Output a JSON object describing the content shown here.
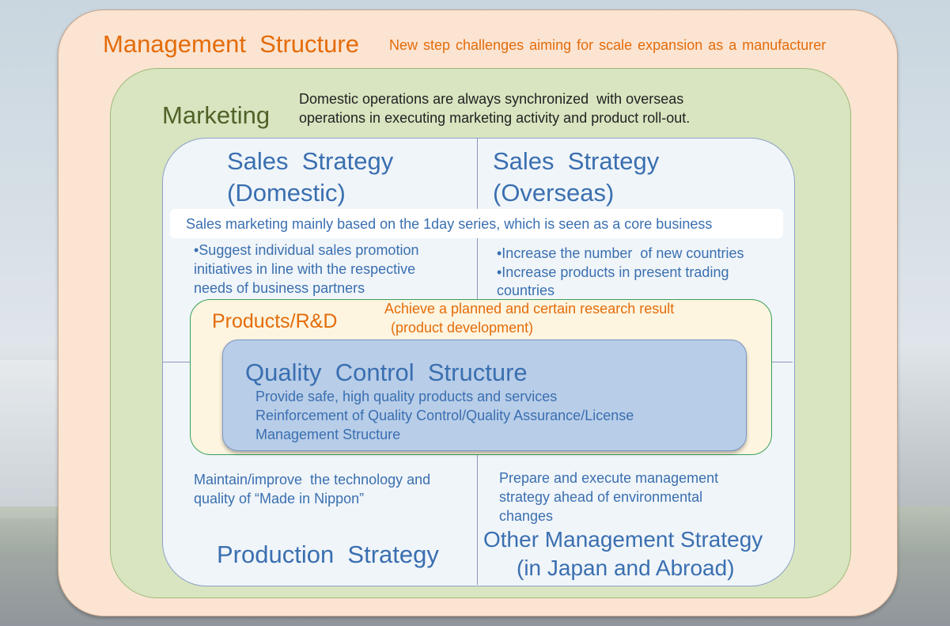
{
  "management": {
    "title": "Management  Structure",
    "subtitle": "New step challenges aiming for scale expansion as a manufacturer"
  },
  "marketing": {
    "title": "Marketing",
    "desc_line1": "Domestic operations are always synchronized  with overseas",
    "desc_line2": "operations in executing marketing activity and product roll-out."
  },
  "sales_domestic": {
    "title_line1": "Sales  Strategy",
    "title_line2": "(Domestic)",
    "bullet_line1": "•Suggest individual sales promotion",
    "bullet_line2": "initiatives in line with the respective",
    "bullet_line3": "needs of business partners"
  },
  "sales_overseas": {
    "title_line1": "Sales  Strategy",
    "title_line2": "(Overseas)",
    "bullet1": "•Increase the number  of new countries",
    "bullet2_line1": "•Increase products in present trading",
    "bullet2_line2": "countries"
  },
  "banner": {
    "text": "Sales marketing mainly based on the 1day series, which is seen as a core business"
  },
  "products": {
    "title": "Products/R&D",
    "desc_line1": "Achieve a planned and certain research result",
    "desc_line2": "(product development)"
  },
  "quality": {
    "title": "Quality  Control  Structure",
    "line1": "Provide safe, high quality products and services",
    "line2": "Reinforcement of Quality Control/Quality Assurance/License",
    "line3": "Management Structure"
  },
  "production": {
    "desc_line1": "Maintain/improve  the technology and",
    "desc_line2": "quality of “Made in Nippon”",
    "title": "Production  Strategy"
  },
  "other": {
    "desc_line1": "Prepare and execute management",
    "desc_line2": "strategy ahead of environmental",
    "desc_line3": "changes",
    "title_line1": "Other Management Strategy",
    "title_line2": "(in Japan and Abroad)"
  }
}
